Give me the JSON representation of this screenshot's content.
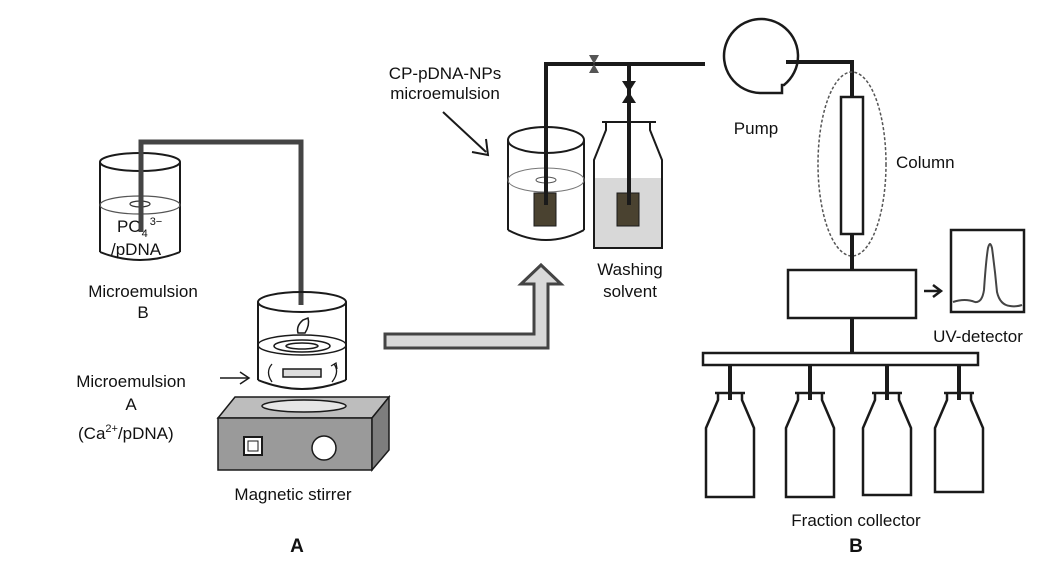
{
  "figure": {
    "panels": [
      {
        "id": "A",
        "label": "A"
      },
      {
        "id": "B",
        "label": "B"
      }
    ],
    "panel_a": {
      "microemulsion_b": {
        "beaker_contents_line1": "PO",
        "beaker_contents_sub": "4",
        "beaker_contents_sup": "3−",
        "beaker_contents_line2": "/pDNA",
        "caption_line1": "Microemulsion",
        "caption_line2": "B"
      },
      "microemulsion_a": {
        "caption_line1": "Microemulsion",
        "caption_line2": "A",
        "caption_line3_pre": "(Ca",
        "caption_line3_sup": "2+",
        "caption_line3_post": "/pDNA)"
      },
      "stirrer_label": "Magnetic stirrer"
    },
    "panel_b": {
      "cp_label_line1": "CP-pDNA-NPs",
      "cp_label_line2": "microemulsion",
      "washing_line1": "Washing",
      "washing_line2": "solvent",
      "pump_label": "Pump",
      "column_label": "Column",
      "uv_label": "UV-detector",
      "fraction_label": "Fraction collector",
      "collector_bottle_count": 4
    },
    "colors": {
      "line": "#1a1a1a",
      "arrow_fill": "#d9d9d9",
      "stirrer_gray": "#999999",
      "solvent_fill": "#d8d8d8",
      "electrode": "#4a4230"
    }
  }
}
